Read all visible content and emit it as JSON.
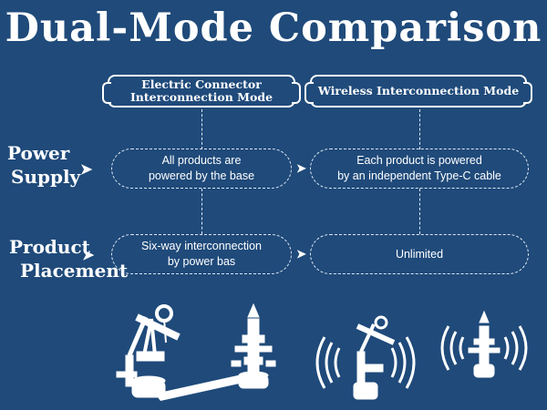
{
  "title": "Dual-Mode Comparison",
  "columns": [
    {
      "label_line1": "Electric Connector",
      "label_line2": "Interconnection Mode"
    },
    {
      "label_line1": "Wireless Interconnection Mode",
      "label_line2": ""
    }
  ],
  "rows": [
    {
      "label_line1": "Power",
      "label_line2": "Supply",
      "cells": [
        {
          "line1": "All products are",
          "line2": "powered by the base"
        },
        {
          "line1": "Each product is powered",
          "line2": "by an independent Type-C cable"
        }
      ]
    },
    {
      "label_line1": "Product",
      "label_line2": "Placement",
      "cells": [
        {
          "line1": "Six-way interconnection",
          "line2": "by power bas"
        },
        {
          "line1": "Unlimited",
          "line2": ""
        }
      ]
    }
  ],
  "icons": {
    "row_arrow": "chevron-right-icon",
    "illustration_left": "pumpjack-and-wellhead-connected-illustration",
    "illustration_right": "pumpjack-and-wellhead-wireless-illustration"
  },
  "colors": {
    "background": "#1f4a7a",
    "foreground": "#ffffff"
  }
}
